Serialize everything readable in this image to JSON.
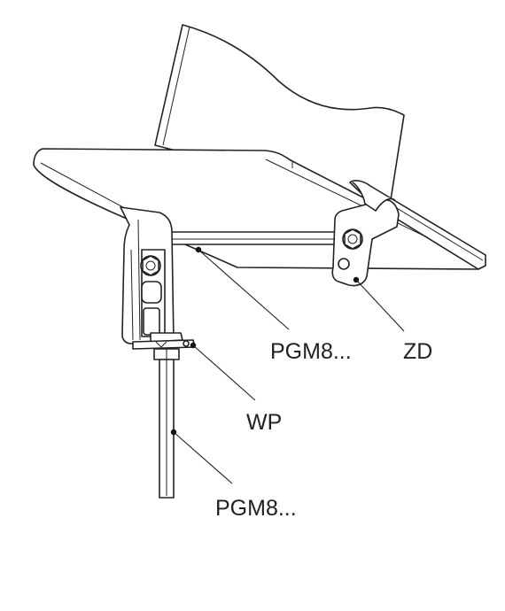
{
  "labels": {
    "rod_top": "PGM8...",
    "bracket": "ZD",
    "washer": "WP",
    "rod_vertical": "PGM8..."
  }
}
